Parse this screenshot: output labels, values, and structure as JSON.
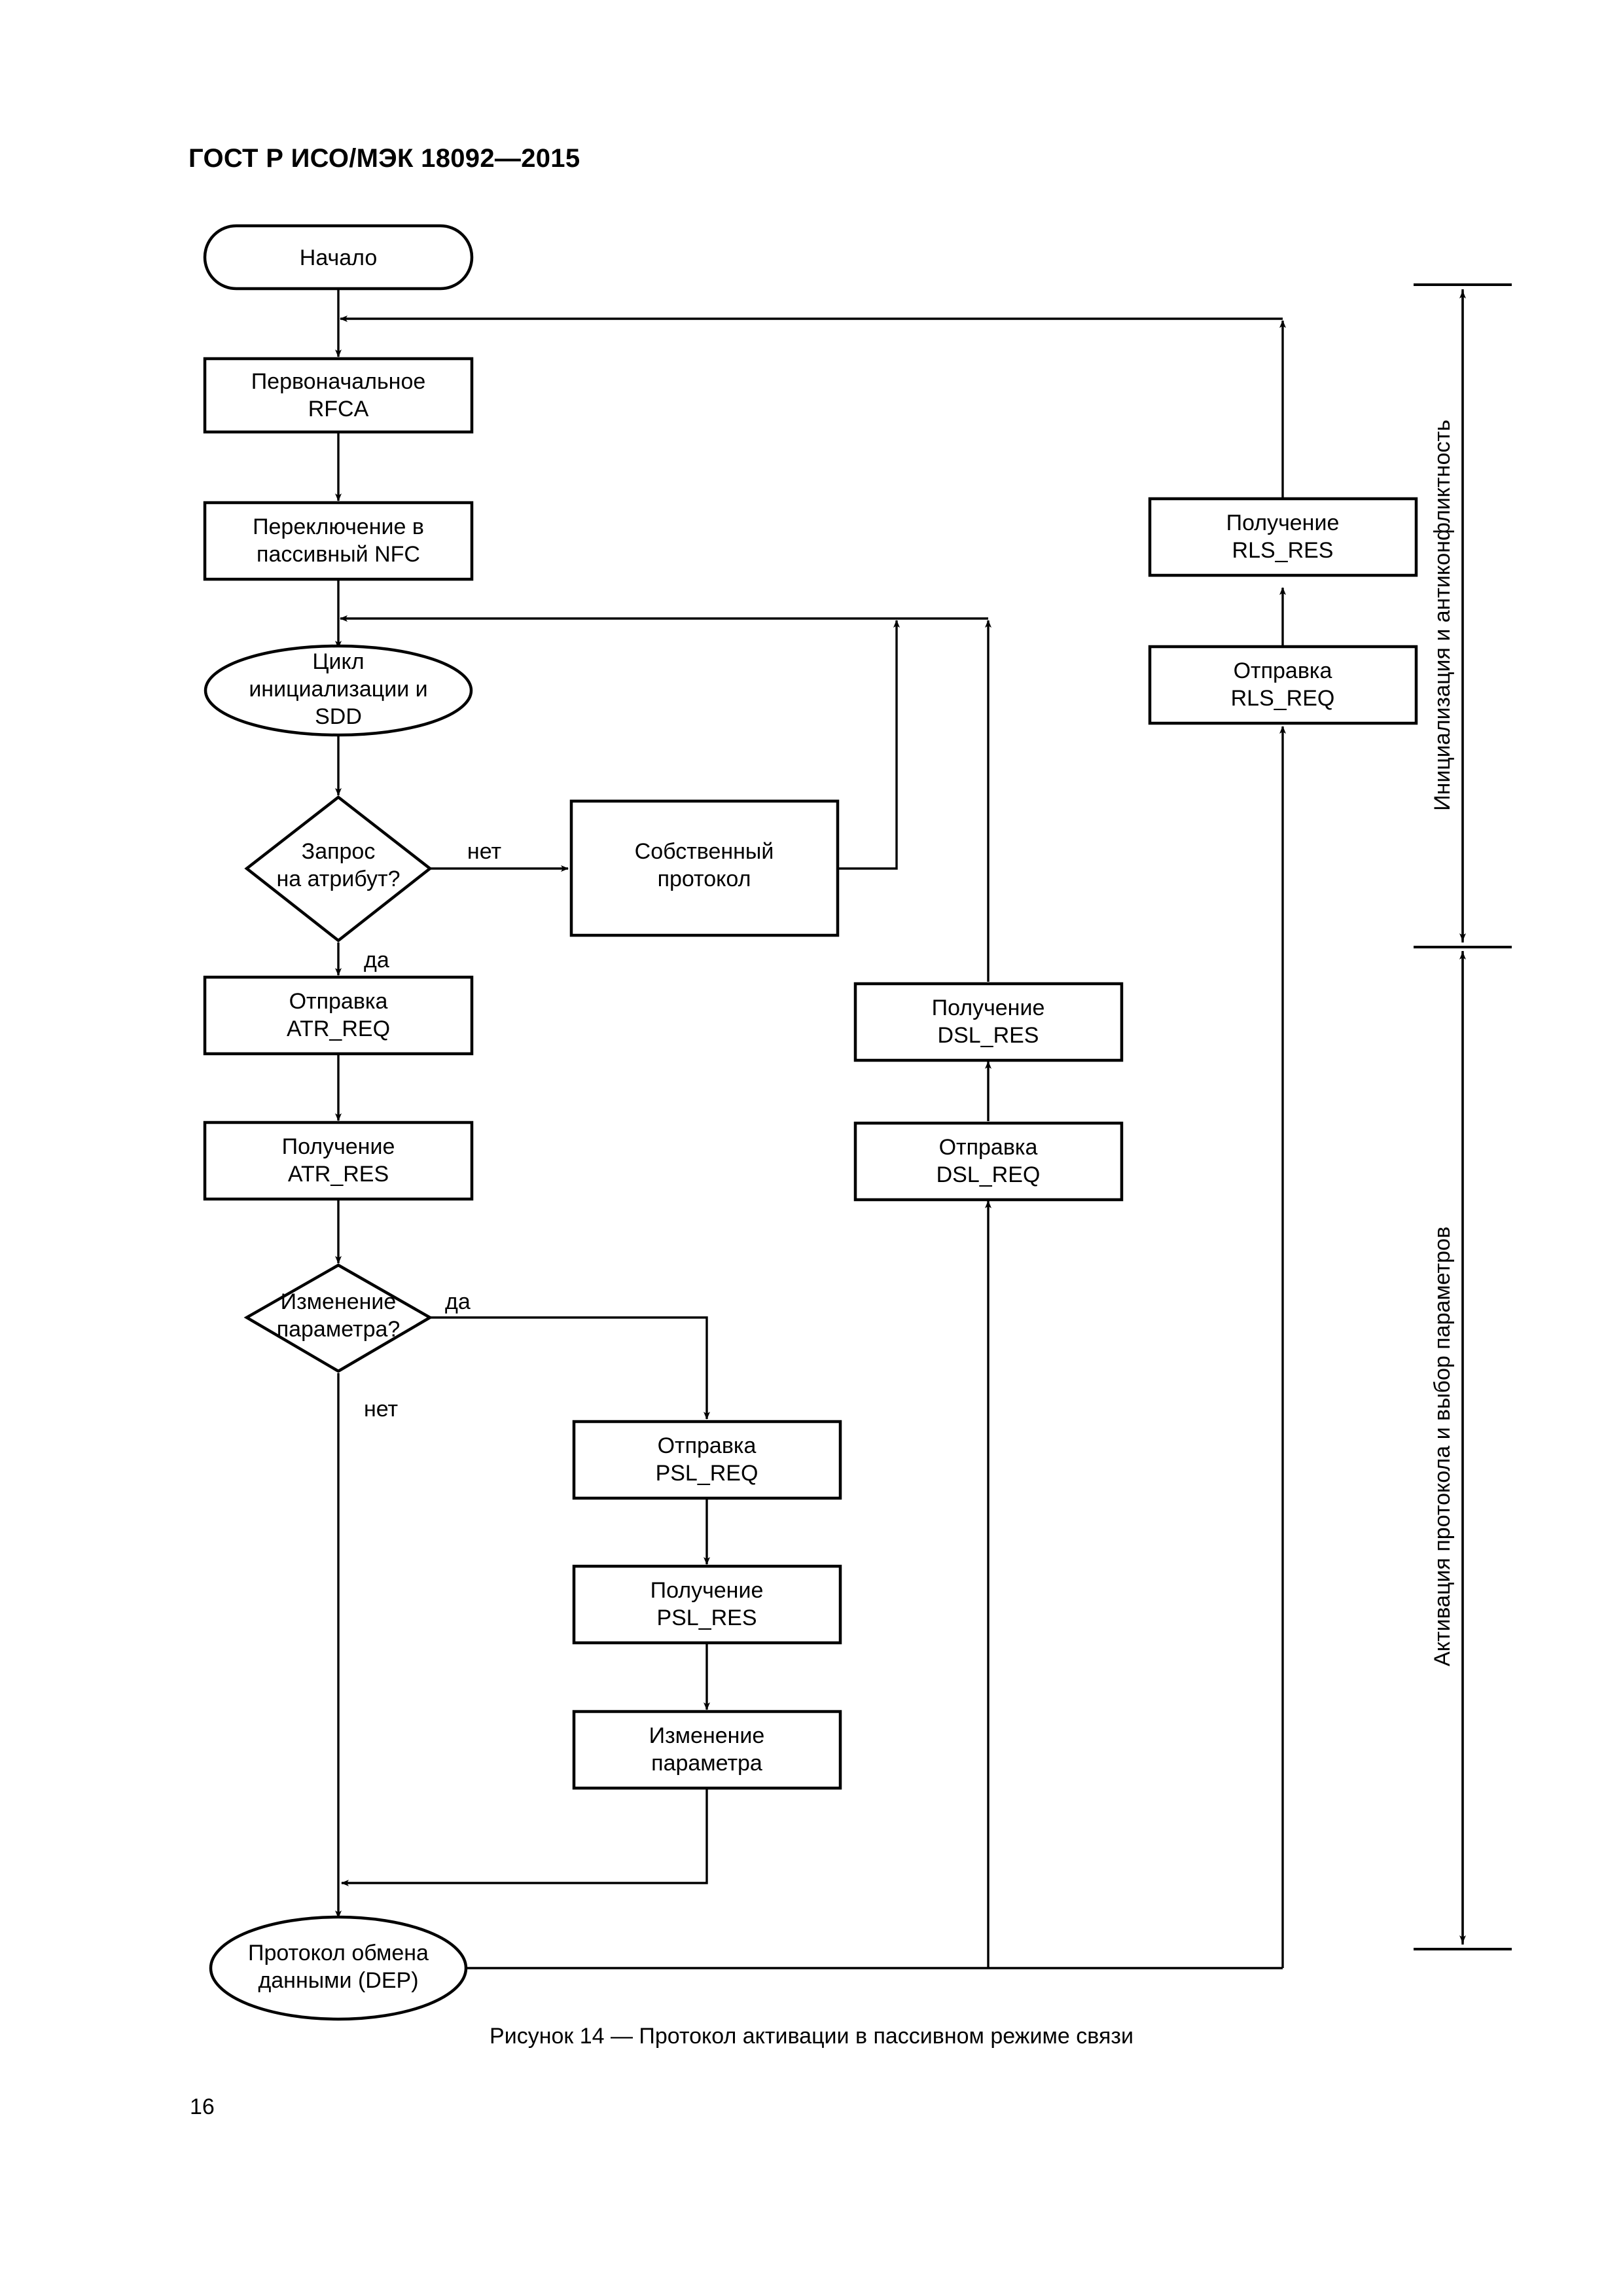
{
  "document": {
    "header": "ГОСТ Р ИСО/МЭК 18092—2015",
    "page_number": "16",
    "figure_caption": "Рисунок 14 — Протокол активации в пассивном режиме связи"
  },
  "diagram": {
    "title": "Протокол активации в пассивном режиме связи",
    "nodes": {
      "start": {
        "label": "Начало",
        "shape": "terminator"
      },
      "initial_rfca": {
        "line1": "Первоначальное",
        "line2": "RFCA",
        "shape": "process"
      },
      "switch_nfc": {
        "line1": "Переключение в",
        "line2": "пассивный NFC",
        "shape": "process"
      },
      "init_sdd": {
        "line1": "Цикл",
        "line2": "инициализации и",
        "line3": "SDD",
        "shape": "ellipse"
      },
      "attr_request": {
        "line1": "Запрос",
        "line2": "на атрибут?",
        "shape": "decision"
      },
      "own_protocol": {
        "line1": "Собственный",
        "line2": "протокол",
        "shape": "process"
      },
      "send_atr_req": {
        "line1": "Отправка",
        "line2": "ATR_REQ",
        "shape": "process"
      },
      "recv_atr_res": {
        "line1": "Получение",
        "line2": "ATR_RES",
        "shape": "process"
      },
      "param_change_q": {
        "line1": "Изменение",
        "line2": "параметра?",
        "shape": "decision"
      },
      "send_psl_req": {
        "line1": "Отправка",
        "line2": "PSL_REQ",
        "shape": "process"
      },
      "recv_psl_res": {
        "line1": "Получение",
        "line2": "PSL_RES",
        "shape": "process"
      },
      "param_change": {
        "line1": "Изменение",
        "line2": "параметра",
        "shape": "process"
      },
      "recv_dsl_res": {
        "line1": "Получение",
        "line2": "DSL_RES",
        "shape": "process"
      },
      "send_dsl_req": {
        "line1": "Отправка",
        "line2": "DSL_REQ",
        "shape": "process"
      },
      "recv_rls_res": {
        "line1": "Получение",
        "line2": "RLS_RES",
        "shape": "process"
      },
      "send_rls_req": {
        "line1": "Отправка",
        "line2": "RLS_REQ",
        "shape": "process"
      },
      "dep": {
        "line1": "Протокол обмена",
        "line2": "данными (DEP)",
        "shape": "ellipse"
      }
    },
    "edge_labels": {
      "attr_no": "нет",
      "attr_yes": "да",
      "param_yes": "да",
      "param_no": "нет"
    },
    "brackets": [
      {
        "label": "Инициализация и антиконфликтность"
      },
      {
        "label": "Активация протокола и выбор параметров"
      }
    ],
    "colors": {
      "stroke": "#000000",
      "fill": "#ffffff",
      "text": "#000000"
    }
  }
}
